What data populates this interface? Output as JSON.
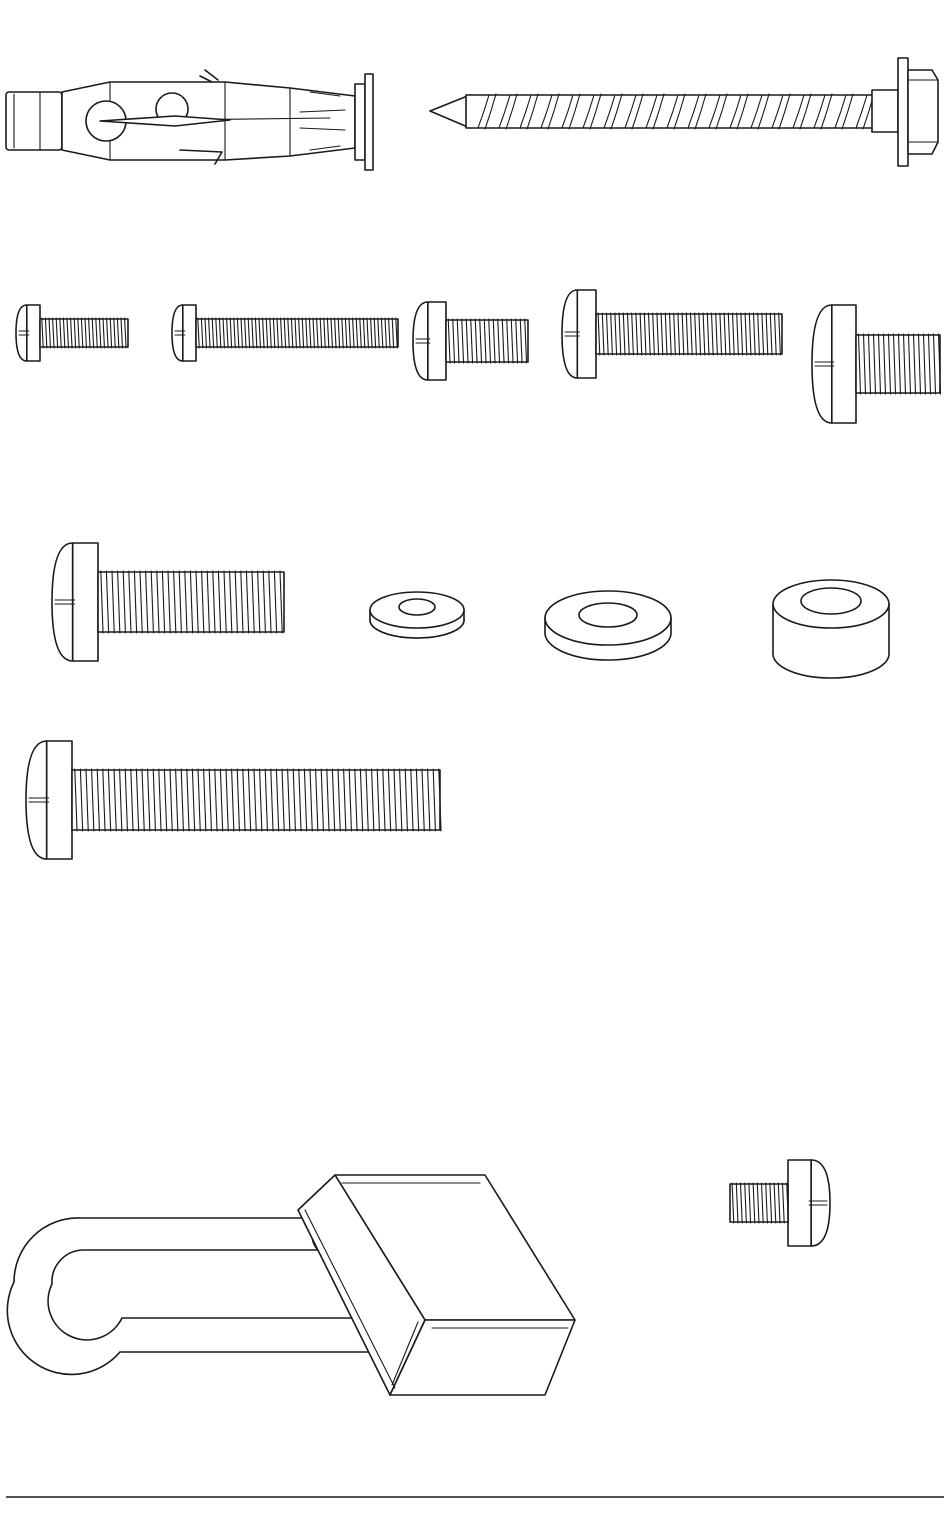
{
  "diagram": {
    "style": {
      "stroke_color": "#1a1a1a",
      "background": "#ffffff"
    },
    "parts": [
      {
        "name": "drywall-anchor-icon",
        "row": 1
      },
      {
        "name": "lag-screw-icon",
        "row": 1
      },
      {
        "name": "machine-screw-icon",
        "row": 2,
        "count": 5
      },
      {
        "name": "machine-screw-icon",
        "row": 3
      },
      {
        "name": "washer-icon",
        "row": 3,
        "count": 2
      },
      {
        "name": "spacer-icon",
        "row": 3
      },
      {
        "name": "long-machine-screw-icon",
        "row": 4
      },
      {
        "name": "safety-pin-icon",
        "row": 5
      },
      {
        "name": "machine-screw-icon",
        "row": 5
      }
    ]
  }
}
